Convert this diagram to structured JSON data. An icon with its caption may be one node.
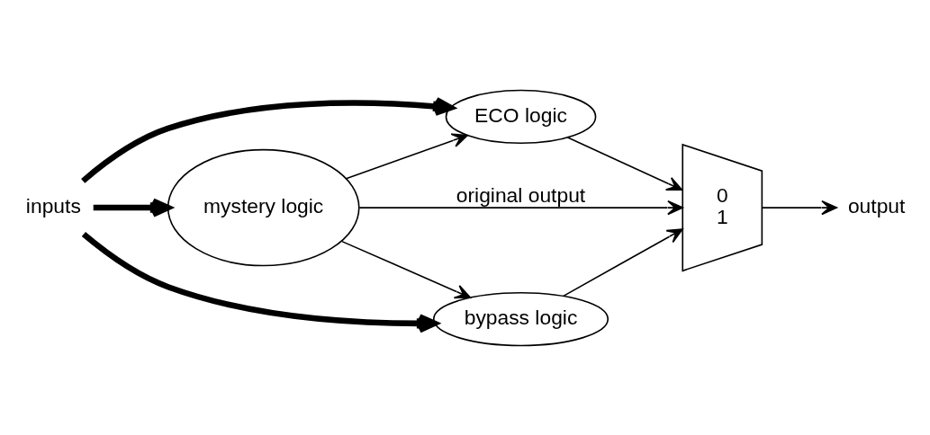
{
  "diagram": {
    "nodes": [
      {
        "text": [
          "inputs"
        ]
      },
      {
        "text": [
          "mystery logic"
        ]
      },
      {
        "text": [
          "ECO logic"
        ]
      },
      {
        "text": [
          "bypass logic"
        ]
      },
      {
        "text": [
          "0",
          "1"
        ]
      },
      {
        "text": [
          "output"
        ]
      }
    ],
    "edges": [
      {
        "from": 0,
        "to": 1,
        "arrow": "to",
        "style": "thick"
      },
      {
        "from": 0,
        "to": 2,
        "arrow": "to",
        "style": "thick"
      },
      {
        "from": 0,
        "to": 3,
        "arrow": "to",
        "style": "thick"
      },
      {
        "from": 1,
        "to": 4,
        "arrow": "to",
        "label": "original output"
      },
      {
        "from": 1,
        "to": 2,
        "arrow": "to"
      },
      {
        "from": 1,
        "to": 3,
        "arrow": "to"
      },
      {
        "from": 2,
        "to": 4,
        "arrow": "to"
      },
      {
        "from": 3,
        "to": 4,
        "arrow": "to"
      },
      {
        "from": 4,
        "to": 5,
        "arrow": "to"
      }
    ]
  }
}
